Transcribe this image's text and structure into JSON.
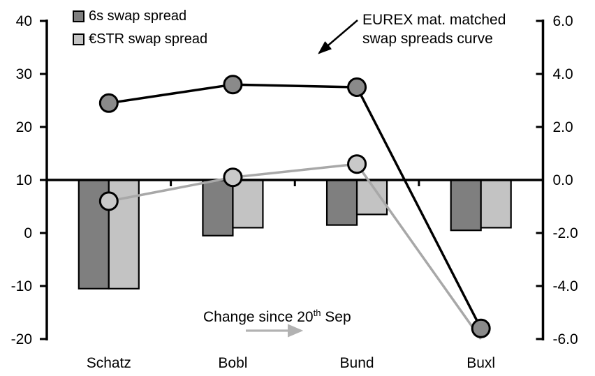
{
  "chart_data": {
    "type": "combo_bar_line",
    "categories": [
      "Schatz",
      "Bobl",
      "Bund",
      "Buxl"
    ],
    "bar_series": [
      {
        "name": "6s swap spread",
        "axis": "right",
        "color": "#7f7f7f",
        "values": [
          -4.1,
          -2.1,
          -1.7,
          -1.9
        ]
      },
      {
        "name": "€STR swap spread",
        "axis": "right",
        "color": "#c3c3c3",
        "values": [
          -4.1,
          -1.8,
          -1.3,
          -1.8
        ]
      }
    ],
    "line_series": [
      {
        "name": "6s swap spread curve",
        "axis": "left",
        "line_color": "#000000",
        "marker_fill": "#8a8a8a",
        "values": [
          24.5,
          28.0,
          27.5,
          -18.0
        ],
        "last_marker_hidden": false
      },
      {
        "name": "€STR swap spread curve",
        "axis": "left",
        "line_color": "#a8a8a8",
        "marker_fill": "#c9c9c9",
        "values": [
          6.0,
          10.5,
          13.0,
          -20.0
        ],
        "last_marker_hidden": true
      }
    ],
    "left_axis": {
      "min": -20,
      "max": 40,
      "ticks": [
        40,
        30,
        20,
        10,
        0,
        -10,
        -20
      ]
    },
    "right_axis": {
      "min": -6.0,
      "max": 6.0,
      "tick_labels": [
        "6.0",
        "4.0",
        "2.0",
        "0.0",
        "-2.0",
        "-4.0",
        "-6.0"
      ],
      "tick_values": [
        6,
        4,
        2,
        0,
        -2,
        -4,
        -6
      ]
    },
    "grid": false,
    "legend_position": "top-left",
    "notes": {
      "bars": "Change since 20th Sep (right axis)",
      "lines": "EUREX mat. matched swap spreads curve (left axis)"
    }
  },
  "legend": {
    "items": [
      {
        "label": "6s swap spread",
        "color": "#7f7f7f"
      },
      {
        "label": "€STR swap spread",
        "color": "#c3c3c3"
      }
    ]
  },
  "annotations": {
    "curve_label_line1": "EUREX mat. matched",
    "curve_label_line2": "swap spreads curve",
    "change_label_pre": "Change since 20",
    "change_label_sup": "th",
    "change_label_post": " Sep"
  }
}
